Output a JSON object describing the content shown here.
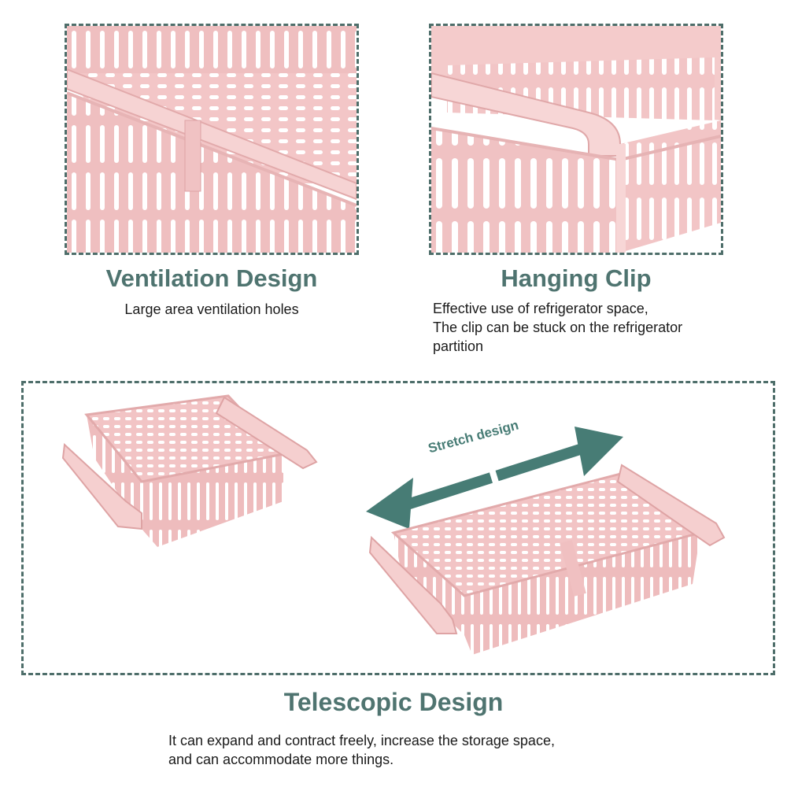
{
  "colors": {
    "frame_border": "#4e6e6a",
    "heading": "#4f7470",
    "arrow": "#477c75",
    "basket_pink": "#f3c8c8",
    "basket_shade": "#e3a9aa"
  },
  "panels": {
    "ventilation": {
      "title": "Ventilation Design",
      "desc_lines": [
        "Large area ventilation holes"
      ]
    },
    "clip": {
      "title": "Hanging Clip",
      "desc_lines": [
        "Effective use of refrigerator space,",
        "The clip can be stuck on the refrigerator",
        "partition"
      ]
    },
    "telescopic": {
      "title": "Telescopic Design",
      "arrow_label": "Stretch design",
      "desc_lines": [
        "It can expand and contract freely, increase the storage space,",
        "and can accommodate more things."
      ]
    }
  }
}
